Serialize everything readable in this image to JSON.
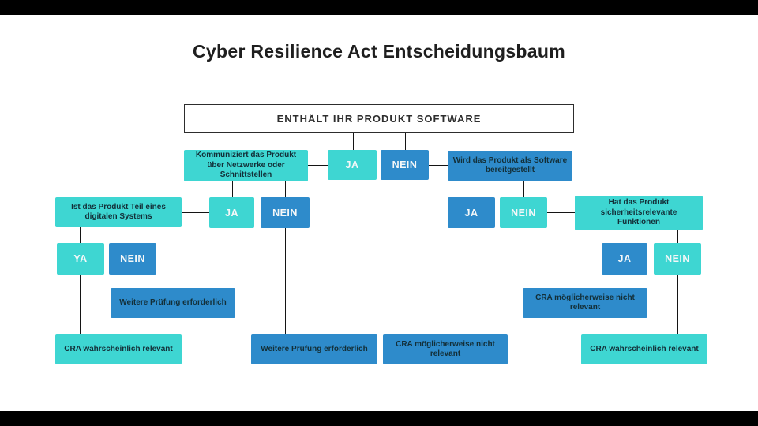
{
  "page": {
    "title": "Cyber Resilience Act Entscheidungsbaum"
  },
  "colors": {
    "teal": "#3ED6D2",
    "blue": "#2E8BCB",
    "text_dark": "#132F38",
    "text_light": "#F4F7F8",
    "line": "#141414",
    "title_text": "#1E1E1E",
    "bar": "#000000"
  },
  "tree": {
    "root": {
      "question": "ENTHÄLT IHR PRODUKT SOFTWARE",
      "ja": "JA",
      "nein": "NEIN"
    },
    "left": {
      "question": "Kommuniziert das Produkt über Netzwerke oder Schnittstellen",
      "ja": "JA",
      "nein": "NEIN",
      "outcome_pruefung": "Weitere Prüfung erforderlich",
      "sub": {
        "question": "Ist das Produkt Teil eines digitalen Systems",
        "ya": "YA",
        "nein": "NEIN",
        "outcome_pruefung": "Weitere Prüfung erforderlich",
        "outcome_relevant": "CRA wahrscheinlich relevant"
      }
    },
    "right": {
      "question": "Wird das Produkt als Software bereitgestellt",
      "ja": "JA",
      "nein": "NEIN",
      "outcome_nicht_relevant": "CRA möglicherweise nicht relevant",
      "sub": {
        "question": "Hat das Produkt sicherheitsrelevante Funktionen",
        "ja": "JA",
        "nein": "NEIN",
        "outcome_nicht_relevant": "CRA möglicherweise nicht relevant",
        "outcome_relevant": "CRA wahrscheinlich relevant"
      }
    }
  }
}
